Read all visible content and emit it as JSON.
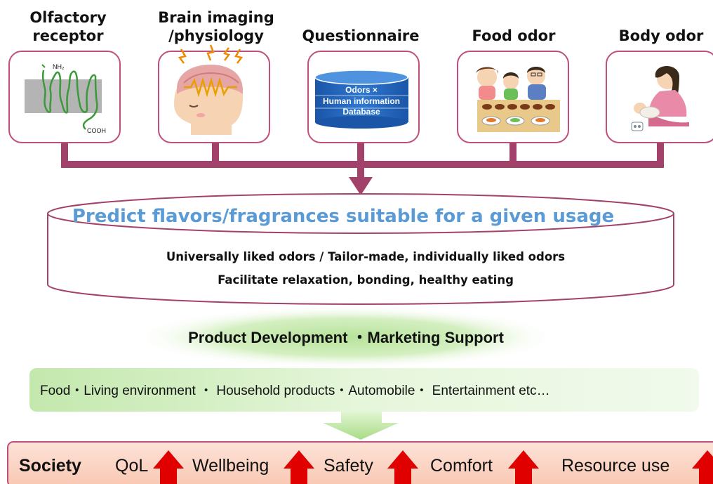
{
  "sources": [
    {
      "label_line1": "Olfactory",
      "label_line2": "receptor",
      "icon": "olfactory-receptor-icon"
    },
    {
      "label_line1": "Brain imaging",
      "label_line2": "/physiology",
      "icon": "brain-imaging-icon"
    },
    {
      "label_line1": "Questionnaire",
      "label_line2": "",
      "icon": "database-icon"
    },
    {
      "label_line1": "Food odor",
      "label_line2": "",
      "icon": "family-dining-icon"
    },
    {
      "label_line1": "Body odor",
      "label_line2": "",
      "icon": "mother-baby-icon"
    }
  ],
  "receptor_labels": {
    "n_term": "NH₂",
    "c_term": "COOH"
  },
  "database_lines": [
    "Odors ×",
    "Human information",
    "Database"
  ],
  "prediction": {
    "title": "Predict flavors/fragrances suitable for a given usage",
    "line1": "Universally liked odors / Tailor-made, individually liked odors",
    "line2": "Facilitate relaxation, bonding, healthy eating"
  },
  "product_development": "Product Development ・Marketing Support",
  "sectors": "Food・Living environment ・ Household products・Automobile・ Entertainment etc…",
  "society": {
    "label": "Society",
    "items": [
      "QoL",
      "Wellbeing",
      "Safety",
      "Comfort",
      "Resource use"
    ]
  },
  "colors": {
    "connector": "#a2426b",
    "box_border": "#c04f7d",
    "prediction_text": "#5b9bd5",
    "arrow_red": "#e00000",
    "green": "#c6e8b4",
    "society_fill": "#fbd0c0"
  }
}
